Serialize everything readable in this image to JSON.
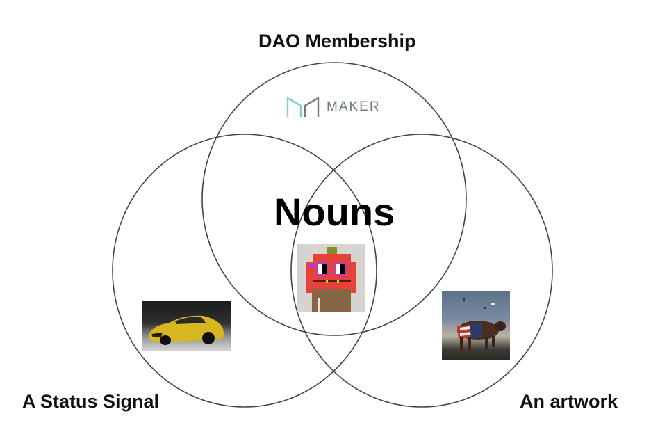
{
  "diagram": {
    "type": "venn",
    "sets": [
      {
        "id": "dao",
        "label": "DAO Membership",
        "example": "MAKER"
      },
      {
        "id": "status",
        "label": "A Status Signal",
        "example": "sports-car-image"
      },
      {
        "id": "art",
        "label": "An artwork",
        "example": "bull-artwork-image"
      }
    ],
    "intersection": {
      "label": "Nouns",
      "example": "noun-pixel-avatar-image"
    }
  },
  "labels": {
    "top": "DAO Membership",
    "left": "A Status Signal",
    "right": "An artwork",
    "center": "Nouns"
  },
  "maker_logo": {
    "text": "MAKER",
    "colors": {
      "teal": "#7fd1bd",
      "gray": "#6d7a80"
    }
  },
  "colors": {
    "circle_stroke": "#444444",
    "background": "#ffffff",
    "text": "#111111"
  }
}
